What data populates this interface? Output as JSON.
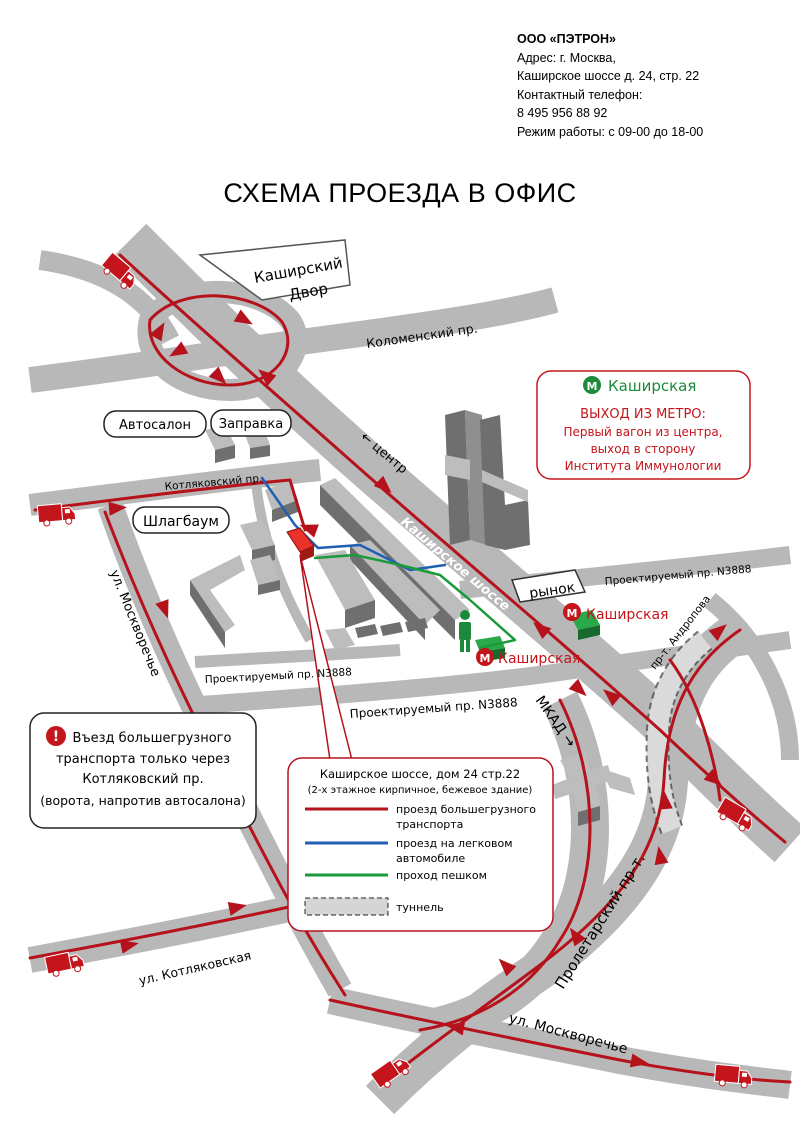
{
  "company": {
    "name": "ООО «ПЭТРОН»",
    "address_label": "Адрес: г. Москва,",
    "address_line": "Каширское шоссе д. 24, стр. 22",
    "phone_label": "Контактный телефон:",
    "phone": "8 495 956 88 92",
    "hours": "Режим работы: с 09-00 до 18-00"
  },
  "title": "СХЕМА ПРОЕЗДА В ОФИС",
  "map": {
    "labels": {
      "kashirsky_dvor_1": "Каширский",
      "kashirsky_dvor_2": "Двор",
      "kolomensky": "Коломенский пр.",
      "center": "← центр",
      "kashirskoe_shosse": "Каширское шоссе",
      "kotlyakovsky_pr": "Котляковский пр.",
      "moskvorechye_left": "ул. Москворечье",
      "proekt_1": "Проектируемый пр.  N3888",
      "proekt_2": "Проектируемый пр. N3888",
      "proekt_3": "Проектируемый пр. N3888",
      "mkad": "МКАД →",
      "andropova": "пр-т. Андропова",
      "proletarsky": "Пролетарский пр-т.",
      "kotlyakovskaya": "ул. Котляковская",
      "moskvorechye_bottom": "ул. Москворечье"
    },
    "callouts": {
      "avtosalon": "Автосалон",
      "zapravka": "Заправка",
      "shlagbaum": "Шлагбаум",
      "rynok": "рынок"
    },
    "metro": {
      "symbol": "M",
      "station": "Каширская",
      "exit_title": "ВЫХОД ИЗ МЕТРО:",
      "exit_line_1": "Первый вагон из центра,",
      "exit_line_2": "выход в сторону",
      "exit_line_3": "Института Иммунологии"
    },
    "truck_notice": {
      "icon": "!",
      "line_1": "Въезд большегрузного",
      "line_2": "транспорта только через",
      "line_3": "Котляковский пр.",
      "line_4": "(ворота, напротив автосалона)"
    },
    "legend": {
      "address": "Каширское шоссе, дом 24 стр.22",
      "building": "(2-х этажное кирпичное, бежевое здание)",
      "truck_1": "проезд большегрузного",
      "truck_2": "транспорта",
      "car_1": "проезд на легковом",
      "car_2": "автомобиле",
      "walk": "проход пешком",
      "tunnel": "туннель"
    },
    "colors": {
      "road": "#b8b8b8",
      "route_truck": "#b5121b",
      "route_car": "#1f5fb4",
      "route_walk": "#1b9a3a",
      "metro_green": "#1b8a3a",
      "metro_red": "#c4151c",
      "office": "#e8322a",
      "building_top": "#bdbdbd",
      "building_side": "#6f6f6f"
    }
  }
}
